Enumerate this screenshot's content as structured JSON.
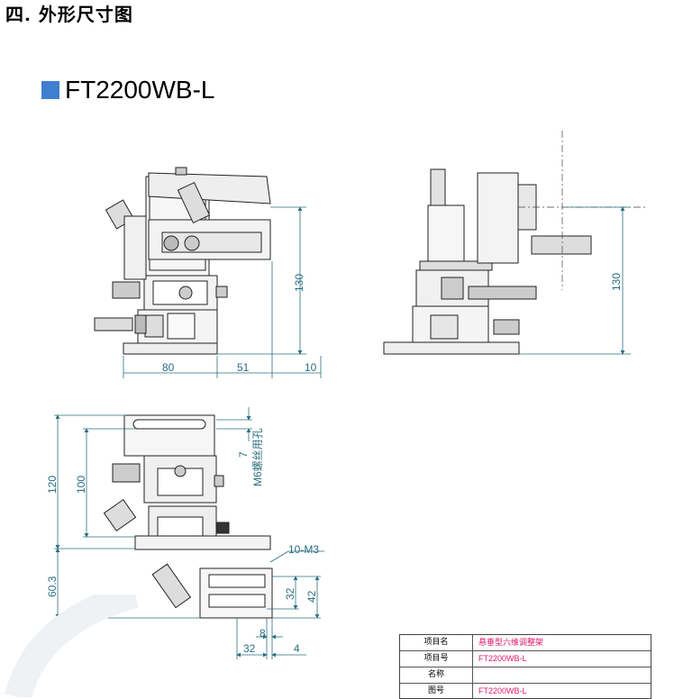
{
  "heading": "四. 外形尺寸图",
  "model": "FT2200WB-L",
  "dimensions": {
    "d80": "80",
    "d51": "51",
    "d10": "10",
    "d130_front": "130",
    "d130_side": "130",
    "d120": "120",
    "d100": "100",
    "d60_3": "60.3",
    "d7": "7",
    "m6_hole": "M6螺丝用孔",
    "m3_holes": "10-M3",
    "d32_v": "32",
    "d42": "42",
    "d8": "8",
    "d32_h": "32",
    "d4": "4"
  },
  "title_block": {
    "rows": [
      {
        "label": "项目名",
        "value": "悬垂型六维调整架"
      },
      {
        "label": "项目号",
        "value": "FT2200WB-L"
      },
      {
        "label": "名称",
        "value": ""
      },
      {
        "label": "图号",
        "value": "FT2200WB-L"
      }
    ]
  },
  "colors": {
    "accent": "#3f7fd0",
    "dimension": "#2a6f80",
    "title_value": "#e0186a"
  }
}
